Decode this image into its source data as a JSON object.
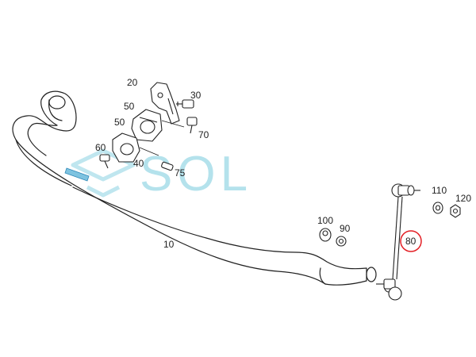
{
  "diagram": {
    "part_labels": {
      "p10": "10",
      "p20": "20",
      "p30": "30",
      "p40": "40",
      "p50a": "50",
      "p50b": "50",
      "p60": "60",
      "p70": "70",
      "p75": "75",
      "p80": "80",
      "p90": "90",
      "p100": "100",
      "p110": "110",
      "p120": "120"
    },
    "highlighted_part": "80",
    "highlight_color": "#e31e24",
    "line_color": "#222222",
    "watermark": {
      "text": "SOL",
      "color": "#9fd8e6",
      "logo_icon": "sol-cube-logo"
    }
  }
}
